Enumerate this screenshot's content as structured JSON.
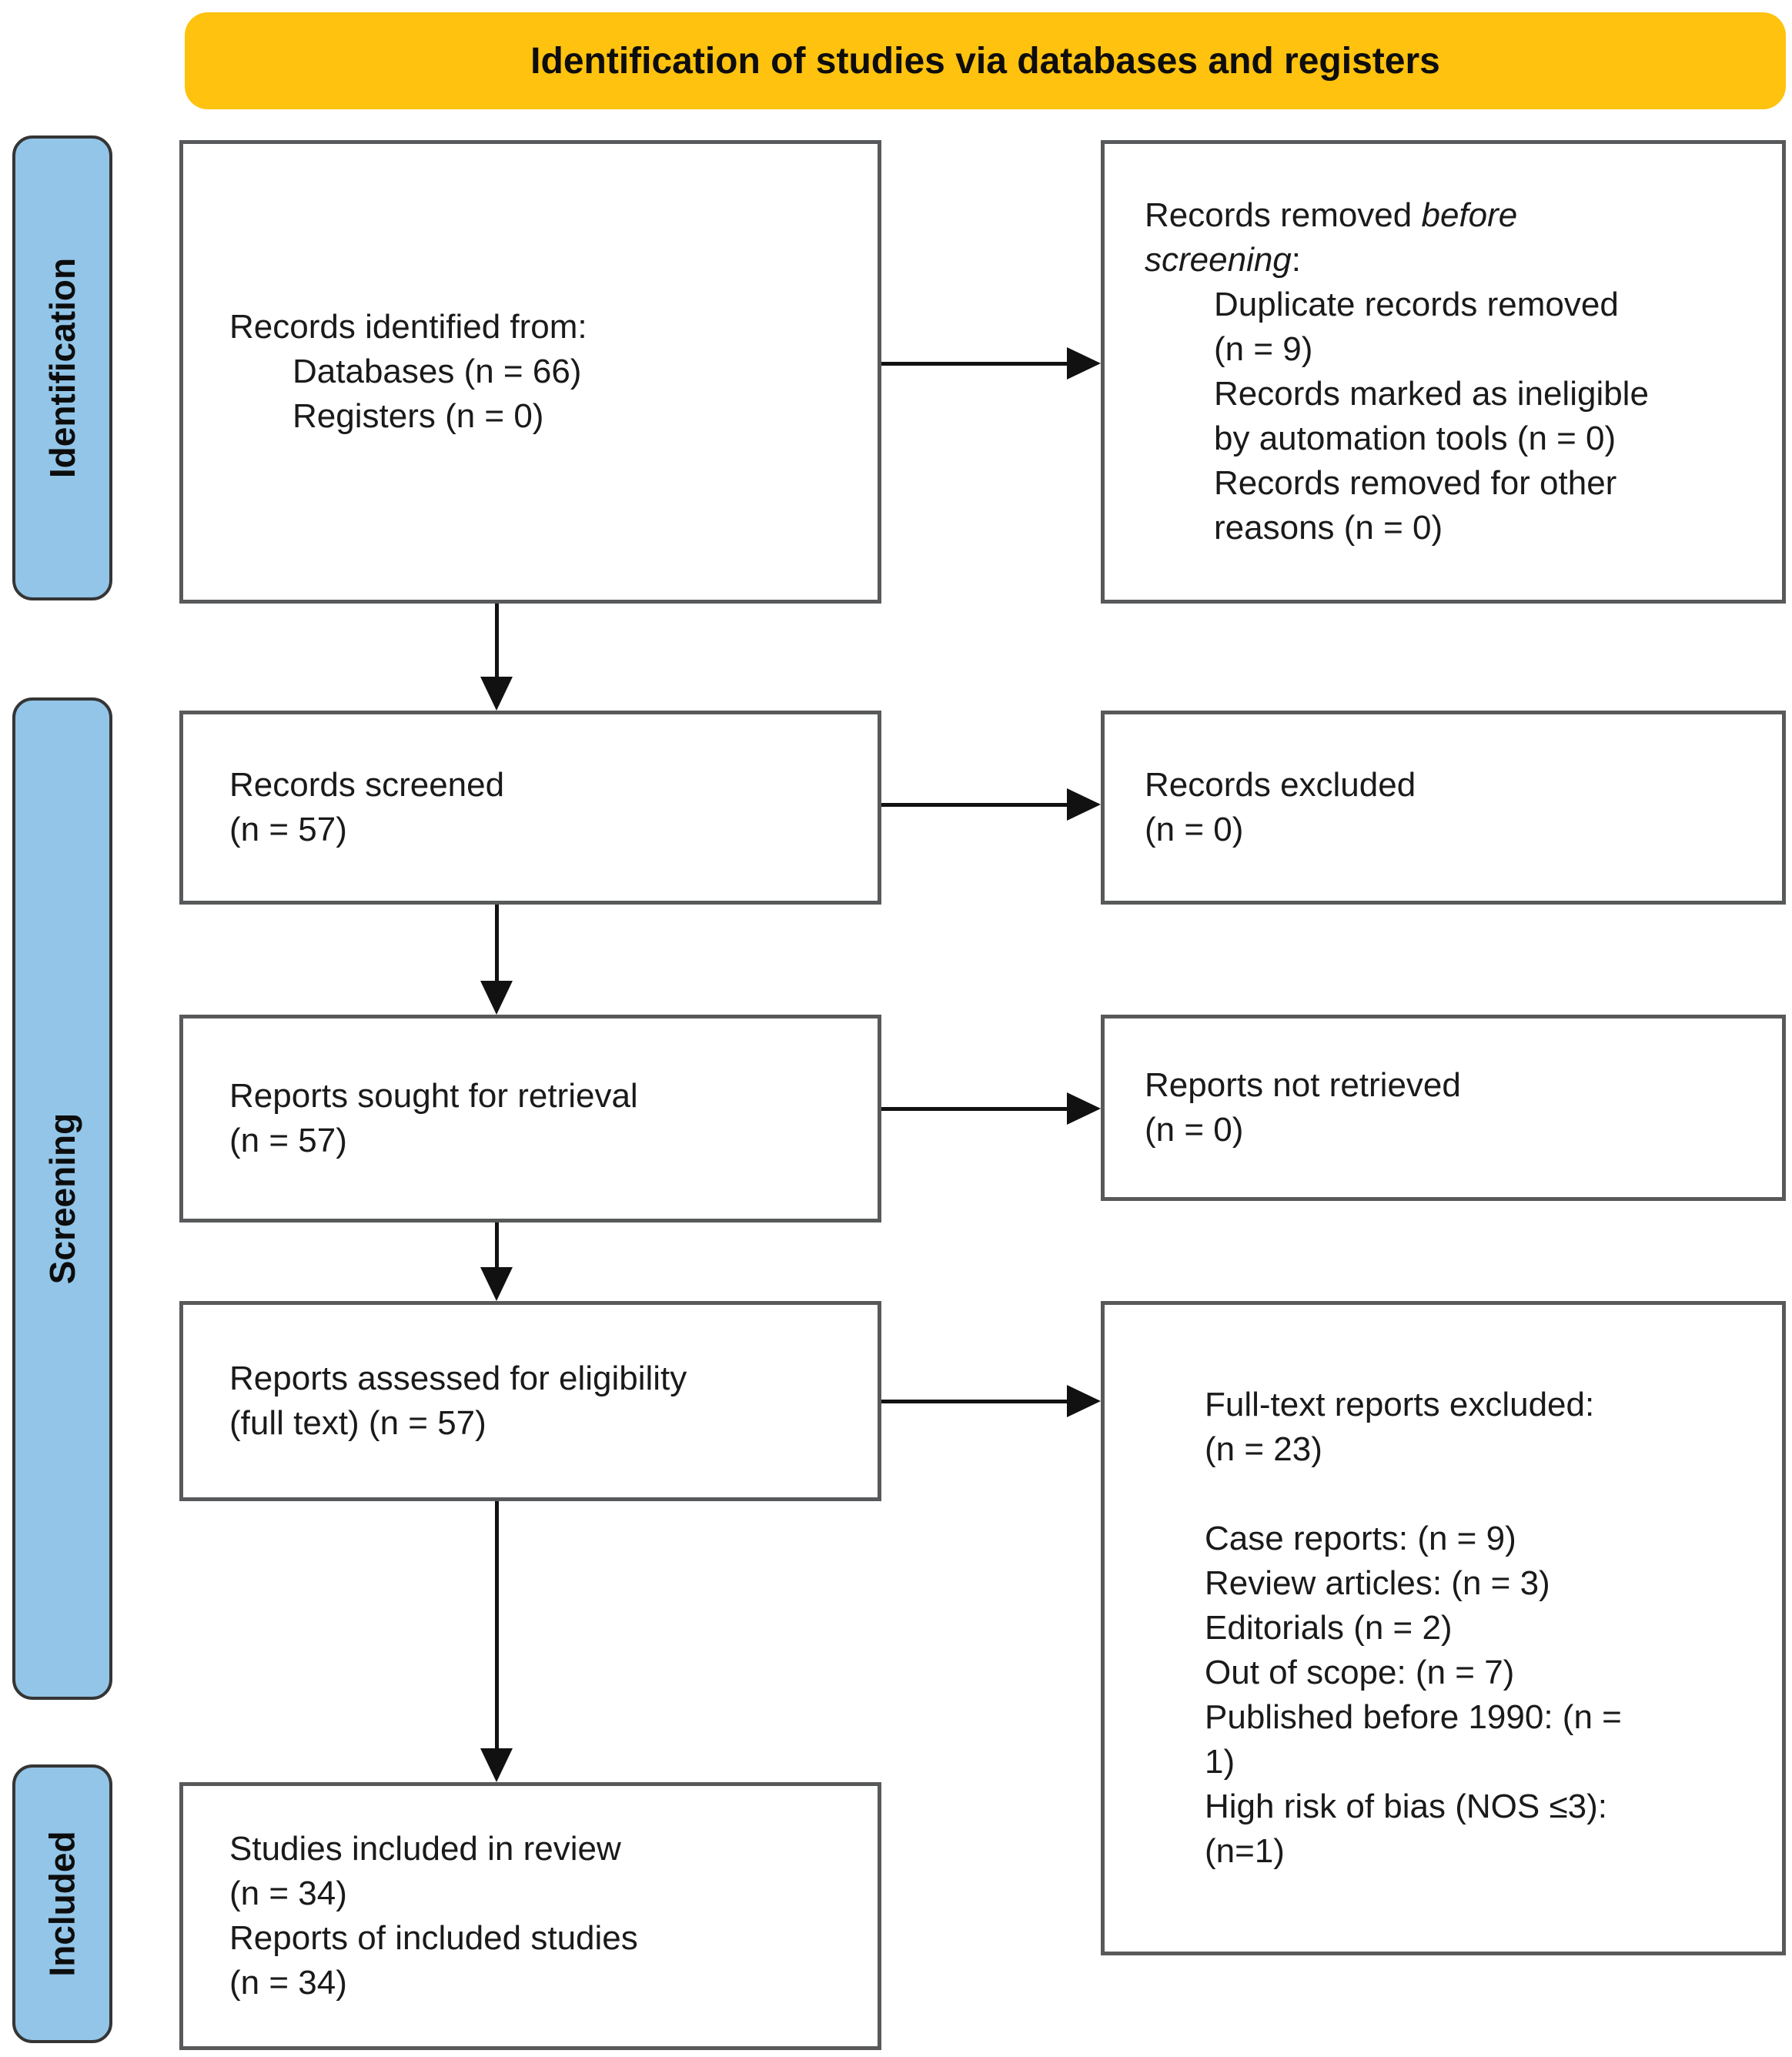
{
  "banner": {
    "title": "Identification of studies via databases and registers",
    "bg_color": "#FFC20E"
  },
  "colors": {
    "band_blue": "#92C5E8",
    "box_border": "#58595B",
    "arrow": "#111111"
  },
  "sidebar": {
    "bands": [
      {
        "label": "Identification"
      },
      {
        "label": "Screening"
      },
      {
        "label": "Included"
      }
    ]
  },
  "boxes": {
    "records_identified": {
      "title": "Records identified from:",
      "items": [
        "Databases (n = 66)",
        "Registers (n = 0)"
      ]
    },
    "records_removed": {
      "title_l1_normal": "Records removed ",
      "title_l1_italic": "before",
      "title_l2_italic": "screening",
      "title_l2_suffix": ":",
      "lines": [
        "Duplicate records removed",
        "(n = 9)",
        "Records marked as ineligible",
        "by automation tools (n = 0)",
        "Records removed for other",
        "reasons (n = 0)"
      ]
    },
    "records_screened": {
      "lines": [
        "Records screened",
        "(n = 57)"
      ]
    },
    "records_excluded": {
      "lines": [
        "Records excluded",
        "(n = 0)"
      ]
    },
    "reports_sought": {
      "lines": [
        "Reports sought for retrieval",
        "(n = 57)"
      ]
    },
    "reports_not_retrieved": {
      "lines": [
        "Reports not retrieved",
        "(n = 0)"
      ]
    },
    "reports_assessed": {
      "lines": [
        "Reports assessed for eligibility",
        "(full text) (n = 57)"
      ]
    },
    "fulltext_excluded": {
      "lines": [
        "Full-text reports excluded:",
        "(n = 23)",
        "",
        "Case reports: (n = 9)",
        "Review articles: (n = 3)",
        "Editorials (n = 2)",
        "Out of scope: (n = 7)",
        "Published before 1990: (n =",
        "1)",
        "High risk of bias (NOS ≤3):",
        "(n=1)"
      ]
    },
    "studies_included": {
      "lines": [
        "Studies included in review",
        "(n = 34)",
        "Reports of included studies",
        "(n = 34)"
      ]
    }
  }
}
